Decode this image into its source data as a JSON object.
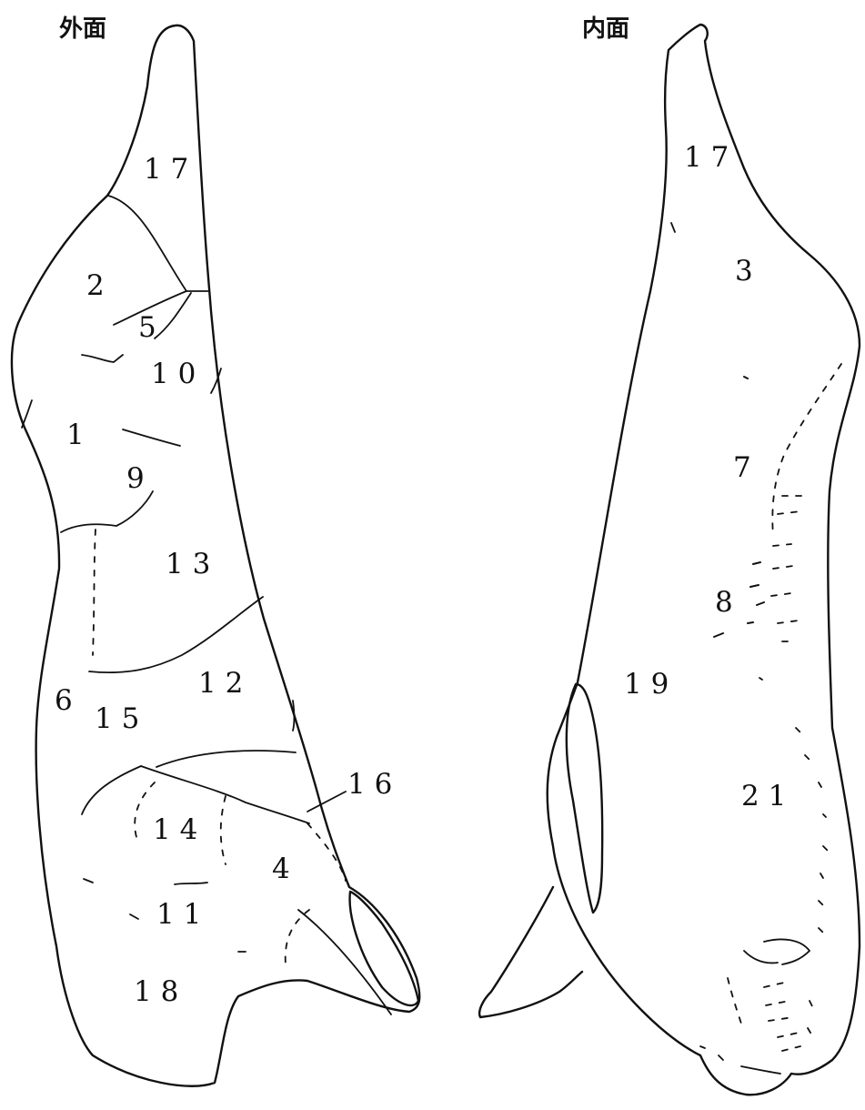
{
  "views": [
    {
      "title": "外面",
      "labels": [
        "1 7",
        "2",
        "5",
        "1 0",
        "1",
        "9",
        "1 3",
        "6",
        "1 2",
        "1 5",
        "1 6",
        "1 4",
        "4",
        "1 1",
        "1 8"
      ]
    },
    {
      "title": "内面",
      "labels": [
        "1 7",
        "3",
        "7",
        "8",
        "1 9",
        "2 1"
      ]
    }
  ]
}
